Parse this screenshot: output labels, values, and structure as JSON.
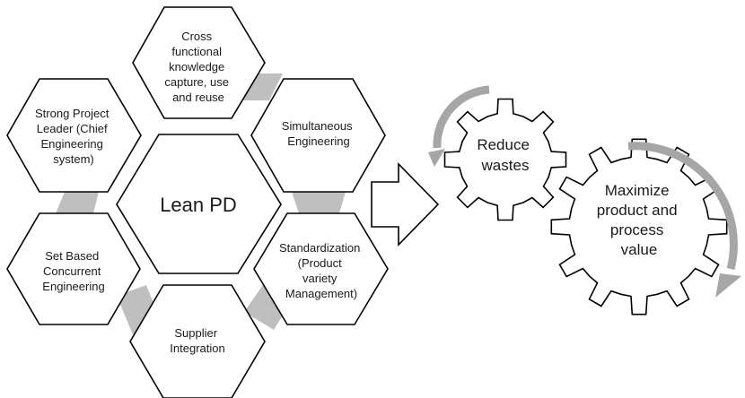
{
  "center": {
    "label": "Lean PD"
  },
  "hexagons": [
    {
      "id": "knowledge",
      "lines": [
        "Cross",
        "functional",
        "knowledge",
        "capture, use",
        "and reuse"
      ]
    },
    {
      "id": "simultaneous",
      "lines": [
        "Simultaneous",
        "Engineering"
      ]
    },
    {
      "id": "standardization",
      "lines": [
        "Standardization",
        "(Product",
        "variety",
        "Management)"
      ]
    },
    {
      "id": "supplier",
      "lines": [
        "Supplier",
        "Integration"
      ]
    },
    {
      "id": "setbased",
      "lines": [
        "Set Based",
        "Concurrent",
        "Engineering"
      ]
    },
    {
      "id": "leader",
      "lines": [
        "Strong Project",
        "Leader (Chief",
        "Engineering",
        "system)"
      ]
    }
  ],
  "gears": [
    {
      "id": "reduce",
      "lines": [
        "Reduce",
        "wastes"
      ]
    },
    {
      "id": "maximize",
      "lines": [
        "Maximize",
        "product and",
        "process",
        "value"
      ]
    }
  ],
  "colors": {
    "connector": "#bfbfbf",
    "cycle_arrow": "#a6a6a6",
    "stroke": "#000000"
  }
}
